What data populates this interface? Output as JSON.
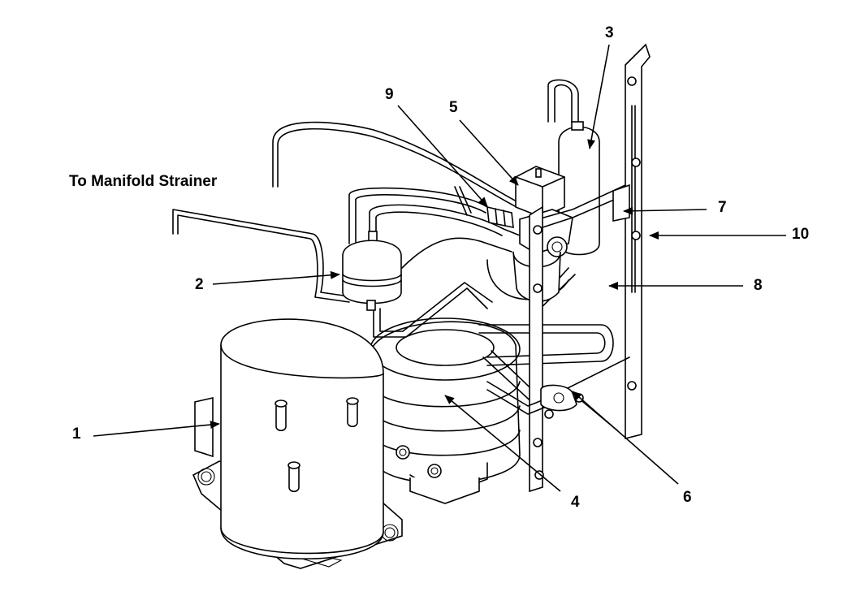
{
  "caption": "To Manifold Strainer",
  "callouts": [
    {
      "id": "1",
      "label": "1"
    },
    {
      "id": "2",
      "label": "2"
    },
    {
      "id": "3",
      "label": "3"
    },
    {
      "id": "4",
      "label": "4"
    },
    {
      "id": "5",
      "label": "5"
    },
    {
      "id": "6",
      "label": "6"
    },
    {
      "id": "7",
      "label": "7"
    },
    {
      "id": "8",
      "label": "8"
    },
    {
      "id": "9",
      "label": "9"
    },
    {
      "id": "10",
      "label": "10"
    }
  ]
}
